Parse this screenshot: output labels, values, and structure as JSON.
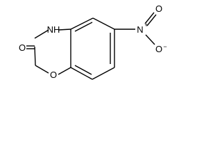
{
  "molecule": {
    "atoms": {
      "nh": "NH",
      "carbonyl_o": "O",
      "ring_o": "O",
      "nitro_n": "N",
      "nitro_n_charge": "+",
      "nitro_o_double": "O",
      "nitro_o_single": "O",
      "nitro_o_charge": "−"
    }
  }
}
